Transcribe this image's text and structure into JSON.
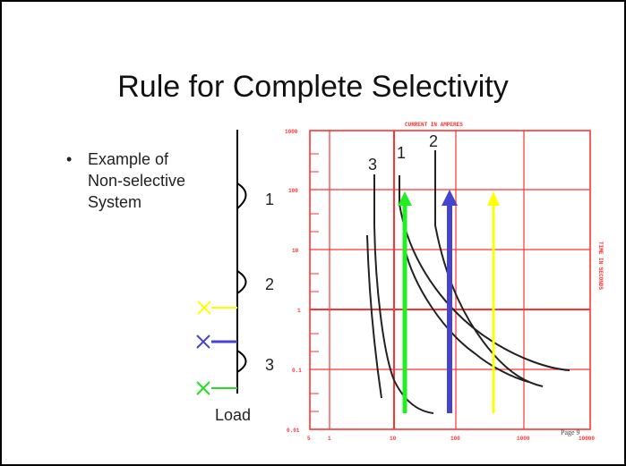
{
  "slide": {
    "title": "Rule for Complete Selectivity",
    "bullet_marker": "•",
    "bullet_lines": [
      "Example of",
      "Non-selective",
      "System"
    ],
    "page_label": "Page 9"
  },
  "one_line": {
    "device_labels": [
      "1",
      "2",
      "3"
    ],
    "load_label": "Load",
    "fault_marker_colors": [
      "#ffff00",
      "#4444cc",
      "#22dd22"
    ]
  },
  "chart": {
    "top_label": "CURRENT IN AMPERES",
    "right_label": "TIME IN SECONDS",
    "y_ticks": [
      "1000",
      "100",
      "10",
      "1",
      "0.1",
      "0.01"
    ],
    "x_ticks": [
      "5",
      "1",
      "10",
      "100",
      "1000",
      "10000"
    ],
    "curve_labels": [
      "3",
      "1",
      "2"
    ],
    "grid_color": "#ff3333",
    "arrow_colors": [
      "#22ee22",
      "#4444cc",
      "#ffff00"
    ]
  }
}
